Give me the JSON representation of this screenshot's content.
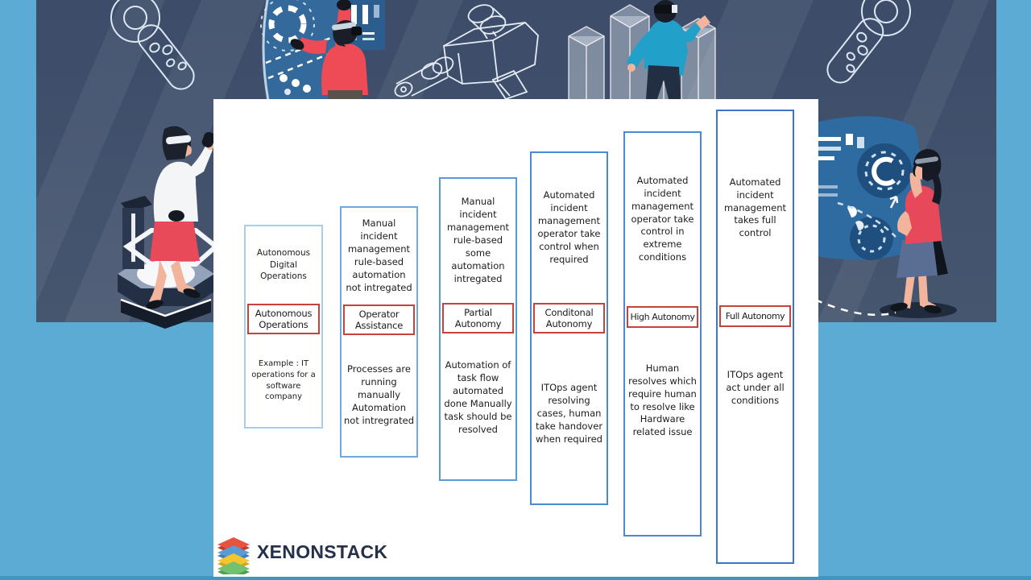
{
  "page": {
    "background_color": "#5babd4",
    "band_color": "#42526e",
    "panel_color": "#ffffff",
    "accent_red": "#c5433a"
  },
  "logo": {
    "text": "XENONSTACK",
    "layer_colors": [
      "#e8533f",
      "#5b9bd5",
      "#f3c52f",
      "#71c16e"
    ]
  },
  "columns": [
    {
      "label": "Autonomous Operations",
      "top_text": "Autonomous Digital Operations",
      "bottom_text": "Example : IT operations for a software company",
      "border_color": "#a9cbec"
    },
    {
      "label": "Operator Assistance",
      "top_text": "Manual incident management rule-based automation not intregated",
      "bottom_text": "Processes are running manually Automation not intregrated",
      "border_color": "#6fa8dc"
    },
    {
      "label": "Partial Autonomy",
      "top_text": "Manual incident management rule-based some automation intregated",
      "bottom_text": "Automation of task flow automated done Manually task should be resolved",
      "border_color": "#5b9bd5"
    },
    {
      "label": "Conditonal Autonomy",
      "top_text": "Automated incident management operator take control when required",
      "bottom_text": "ITOps agent resolving cases, human take handover when required",
      "border_color": "#4a89d4"
    },
    {
      "label": "High Autonomy",
      "top_text": "Automated incident management operator take control in extreme conditions",
      "bottom_text": "Human resolves which require human to resolve like Hardware related issue",
      "border_color": "#4a89d4"
    },
    {
      "label": "Full Autonomy",
      "top_text": "Automated incident management takes full control",
      "bottom_text": "ITOps agent act under all conditions",
      "border_color": "#3d75c8"
    }
  ]
}
